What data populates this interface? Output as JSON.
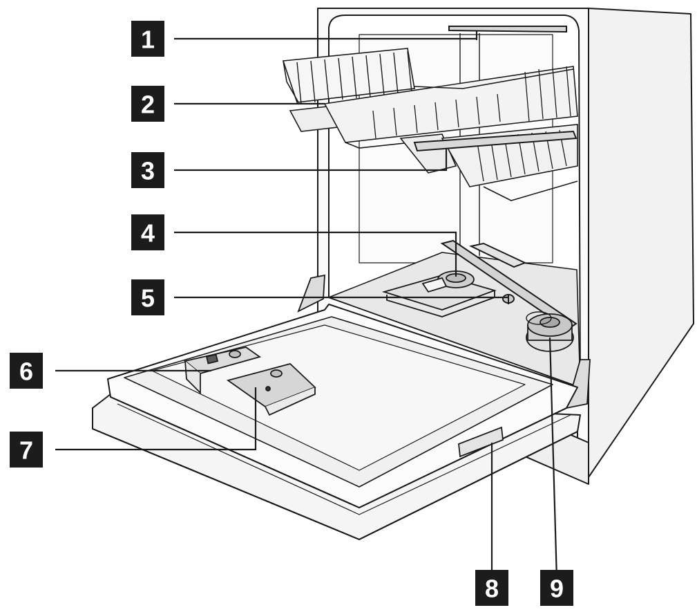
{
  "callouts": [
    {
      "id": "1",
      "label": "1"
    },
    {
      "id": "2",
      "label": "2"
    },
    {
      "id": "3",
      "label": "3"
    },
    {
      "id": "4",
      "label": "4"
    },
    {
      "id": "5",
      "label": "5"
    },
    {
      "id": "6",
      "label": "6"
    },
    {
      "id": "7",
      "label": "7"
    },
    {
      "id": "8",
      "label": "8"
    },
    {
      "id": "9",
      "label": "9"
    }
  ],
  "colors": {
    "line": "#1a1a1a",
    "fill_light": "#f4f4f4",
    "fill_mid": "#e6e6e6",
    "fill_dark": "#cfcfcf",
    "badge": "#1c1c1c"
  }
}
